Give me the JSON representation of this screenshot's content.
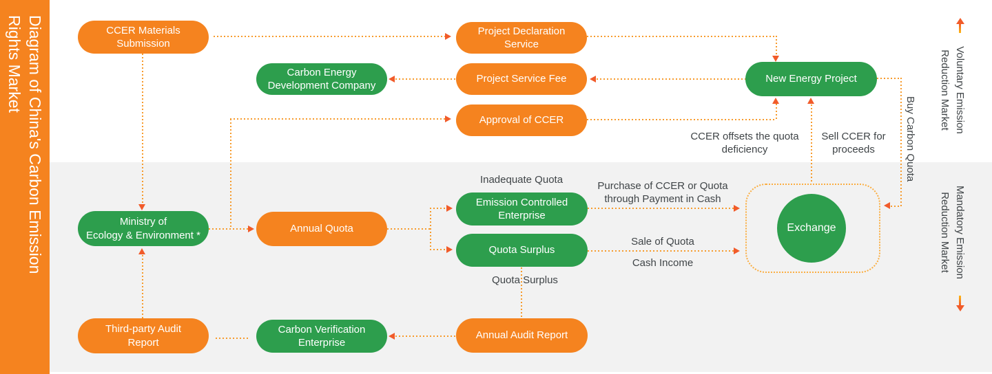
{
  "sidebar": {
    "title": "Diagram of China's Carbon Emission\nRights Market"
  },
  "markets": {
    "voluntary": "Voluntary Emission\nReduction Market",
    "mandatory": "Mandatory Emission\nReduction Market"
  },
  "nodes": {
    "ccer_materials": {
      "label": "CCER Materials\nSubmission",
      "color": "orange"
    },
    "project_declaration": {
      "label": "Project Declaration\nService",
      "color": "orange"
    },
    "carbon_energy": {
      "label": "Carbon Energy\nDevelopment Company",
      "color": "green"
    },
    "project_service_fee": {
      "label": "Project Service Fee",
      "color": "orange"
    },
    "new_energy": {
      "label": "New Energy Project",
      "color": "green"
    },
    "approval_ccer": {
      "label": "Approval of CCER",
      "color": "orange"
    },
    "ministry": {
      "label": "Ministry of\nEcology & Environment *",
      "color": "green"
    },
    "annual_quota": {
      "label": "Annual Quota",
      "color": "orange"
    },
    "emission_controlled": {
      "label": "Emission Controlled\nEnterprise",
      "color": "green"
    },
    "quota_surplus": {
      "label": "Quota Surplus",
      "color": "green"
    },
    "exchange": {
      "label": "Exchange",
      "color": "green"
    },
    "third_party": {
      "label": "Third-party Audit\nReport",
      "color": "orange"
    },
    "carbon_verification": {
      "label": "Carbon Verification\nEnterprise",
      "color": "green"
    },
    "annual_audit": {
      "label": "Annual Audit Report",
      "color": "orange"
    }
  },
  "labels": {
    "inadequate_quota": "Inadequate Quota",
    "purchase": "Purchase of CCER or Quota\nthrough Payment in Cash",
    "sale_of_quota": "Sale of Quota",
    "cash_income": "Cash Income",
    "quota_surplus": "Quota Surplus",
    "ccer_offsets": "CCER offsets the quota\ndeficiency",
    "sell_ccer": "Sell CCER for\nproceeds",
    "buy_carbon_quota": "Buy Carbon Quota"
  },
  "colors": {
    "orange": "#F5831F",
    "green": "#2D9E4D",
    "dot": "#F79A2A",
    "arrowhead": "#F15B2A",
    "section_bg": "#F2F2F2",
    "label_text": "#3F4447"
  }
}
